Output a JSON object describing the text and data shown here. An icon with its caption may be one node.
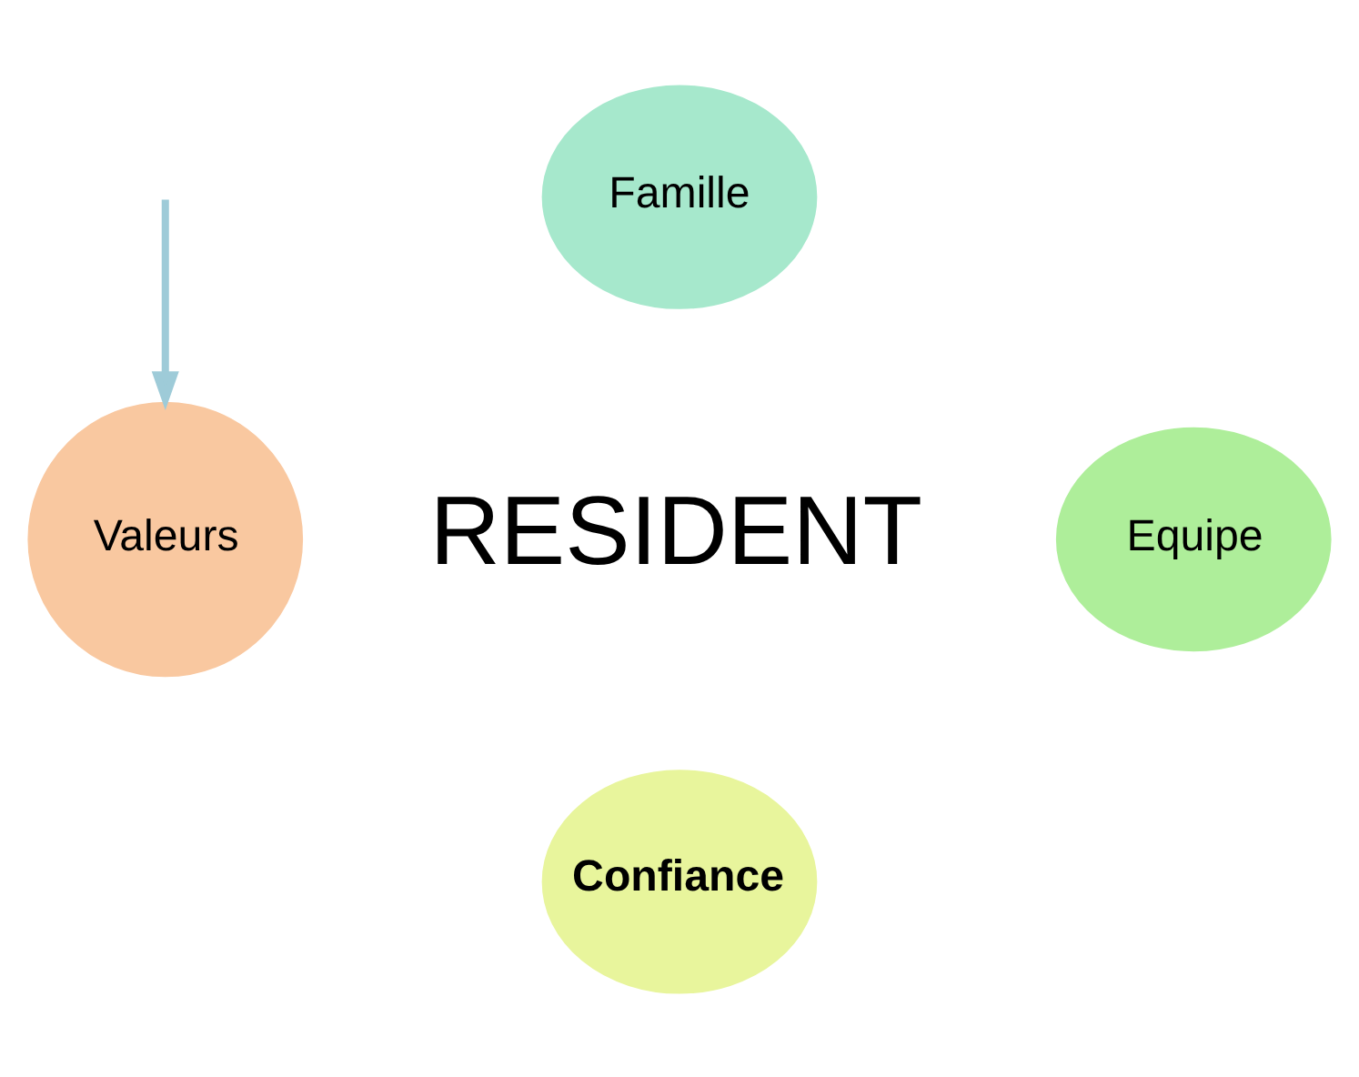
{
  "diagram": {
    "nodes": [
      {
        "text": [
          "Famille"
        ]
      },
      {
        "text": [
          "Valeurs"
        ]
      },
      {
        "text": [
          "RESIDENT"
        ]
      },
      {
        "text": [
          "Equipe"
        ]
      },
      {
        "text": [
          "Confiance"
        ]
      }
    ],
    "edges": [
      {
        "from": null,
        "to": 1,
        "arrow": "to",
        "color": "#9ecbd8"
      }
    ]
  }
}
